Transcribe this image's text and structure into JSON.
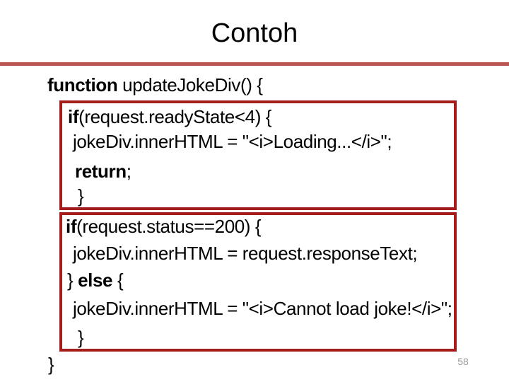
{
  "slide": {
    "title": "Contoh",
    "page_number": "58",
    "colors": {
      "title_rule": "#b95550",
      "box_border": "#a51c1c",
      "page_number": "#9a9a9a",
      "code_text": "#000000"
    },
    "code": {
      "language": "javascript",
      "lines": [
        {
          "segments": [
            {
              "text": "function",
              "bold": true
            },
            {
              "text": " updateJokeDiv() {",
              "bold": false
            }
          ]
        },
        {
          "segments": [
            {
              "text": "if",
              "bold": true
            },
            {
              "text": "(request.readyState<4) {",
              "bold": false
            }
          ]
        },
        {
          "segments": [
            {
              "text": "jokeDiv.innerHTML = \"<i>Loading...</i>\";",
              "bold": false
            }
          ]
        },
        {
          "segments": [
            {
              "text": "return",
              "bold": true
            },
            {
              "text": ";",
              "bold": false
            }
          ]
        },
        {
          "segments": [
            {
              "text": "}",
              "bold": false
            }
          ]
        },
        {
          "segments": [
            {
              "text": "if",
              "bold": true
            },
            {
              "text": "(request.status==200) {",
              "bold": false
            }
          ]
        },
        {
          "segments": [
            {
              "text": "jokeDiv.innerHTML = request.responseText;",
              "bold": false
            }
          ]
        },
        {
          "segments": [
            {
              "text": "} ",
              "bold": false
            },
            {
              "text": "else",
              "bold": true
            },
            {
              "text": " {",
              "bold": false
            }
          ]
        },
        {
          "segments": [
            {
              "text": "jokeDiv.innerHTML = \"<i>Cannot load joke!</i>\";",
              "bold": false
            }
          ]
        },
        {
          "segments": [
            {
              "text": "}",
              "bold": false
            }
          ]
        },
        {
          "segments": [
            {
              "text": "}",
              "bold": false
            }
          ]
        }
      ]
    }
  }
}
